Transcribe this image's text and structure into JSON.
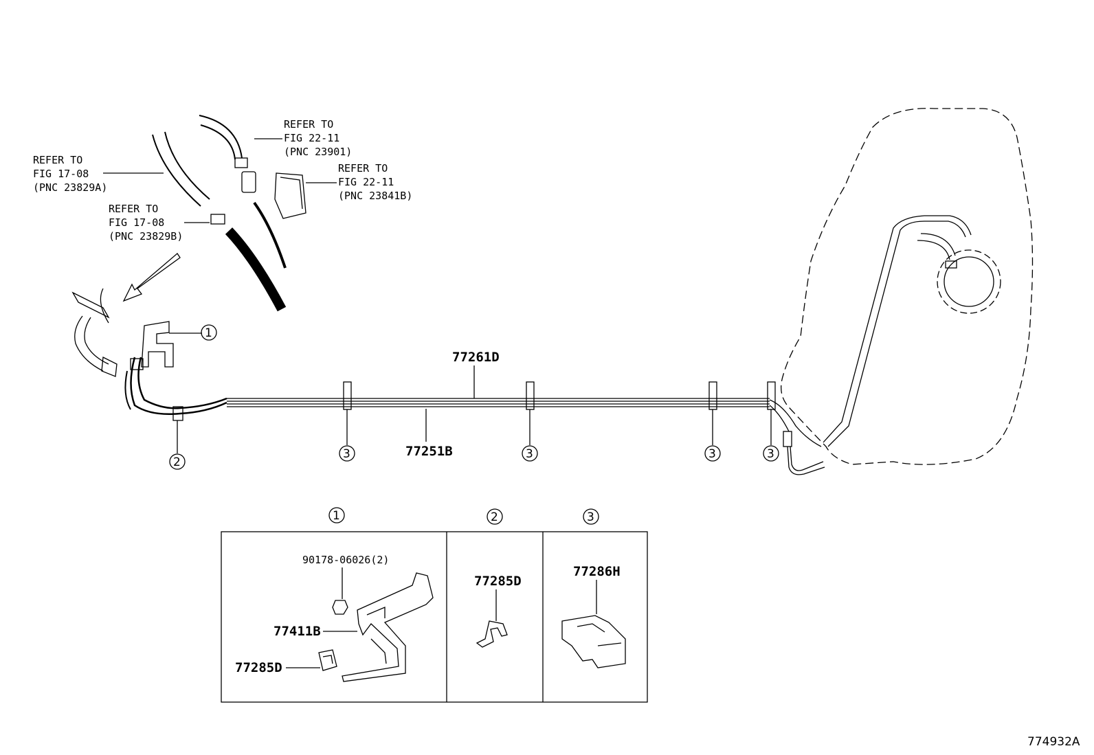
{
  "refs": [
    {
      "line1": "REFER TO",
      "line2": "FIG 22-11",
      "line3": "(PNC 23901)"
    },
    {
      "line1": "REFER TO",
      "line2": "FIG 17-08",
      "line3": "(PNC 23829A)"
    },
    {
      "line1": "REFER TO",
      "line2": "FIG 22-11",
      "line3": "(PNC 23841B)"
    },
    {
      "line1": "REFER TO",
      "line2": "FIG 17-08",
      "line3": "(PNC 23829B)"
    }
  ],
  "part_labels": {
    "tube_upper": "77261D",
    "tube_lower": "77251B",
    "bolt": "90178-06026(2)",
    "bracket": "77411B",
    "clamp_a": "77285D",
    "clamp_b": "77285D",
    "clamp_c": "77286H"
  },
  "callouts": {
    "c1": "1",
    "c2": "2",
    "c3": "3"
  },
  "figure_id": "774932A"
}
